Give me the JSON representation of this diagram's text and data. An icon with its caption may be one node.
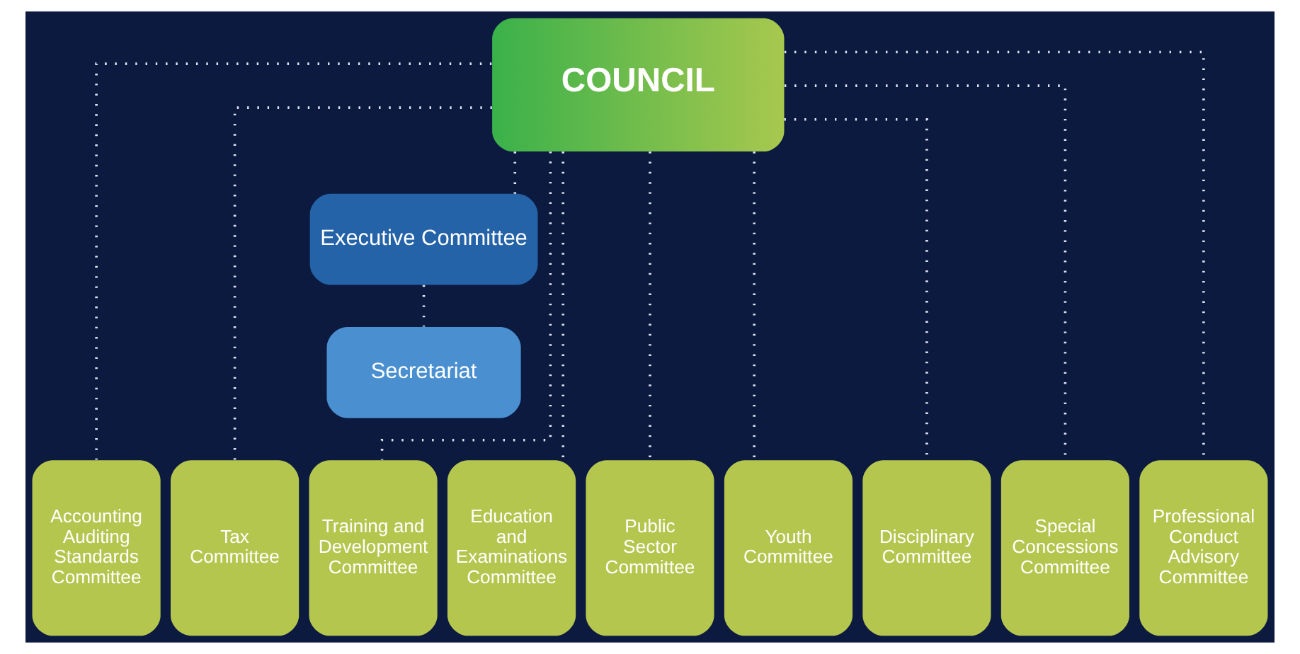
{
  "diagram": {
    "nodes": [
      {
        "text": [
          "COUNCIL"
        ]
      },
      {
        "text": [
          "Executive Committee"
        ]
      },
      {
        "text": [
          "Secretariat"
        ]
      },
      {
        "text": [
          "Accounting Auditing Standards Committee"
        ]
      },
      {
        "text": [
          "Tax Committee"
        ]
      },
      {
        "text": [
          "Training and Development Committee"
        ]
      },
      {
        "text": [
          "Education and Examinations Committee"
        ]
      },
      {
        "text": [
          "Public Sector Committee"
        ]
      },
      {
        "text": [
          "Youth Committee"
        ]
      },
      {
        "text": [
          "Disciplinary Committee"
        ]
      },
      {
        "text": [
          "Special Concessions Committee"
        ]
      },
      {
        "text": [
          "Professional Conduct Advisory Committee"
        ]
      }
    ],
    "edges": [
      {
        "from": 0,
        "to": 1,
        "arrow": "none",
        "style": "dashed"
      },
      {
        "from": 1,
        "to": 2,
        "arrow": "none",
        "style": "dashed"
      },
      {
        "from": 0,
        "to": 3,
        "arrow": "none",
        "style": "dashed"
      },
      {
        "from": 0,
        "to": 4,
        "arrow": "none",
        "style": "dashed"
      },
      {
        "from": 0,
        "to": 5,
        "arrow": "none",
        "style": "dashed"
      },
      {
        "from": 0,
        "to": 6,
        "arrow": "none",
        "style": "dashed"
      },
      {
        "from": 0,
        "to": 7,
        "arrow": "none",
        "style": "dashed"
      },
      {
        "from": 0,
        "to": 8,
        "arrow": "none",
        "style": "dashed"
      },
      {
        "from": 0,
        "to": 9,
        "arrow": "none",
        "style": "dashed"
      },
      {
        "from": 0,
        "to": 10,
        "arrow": "none",
        "style": "dashed"
      },
      {
        "from": 0,
        "to": 11,
        "arrow": "none",
        "style": "dashed"
      }
    ]
  }
}
